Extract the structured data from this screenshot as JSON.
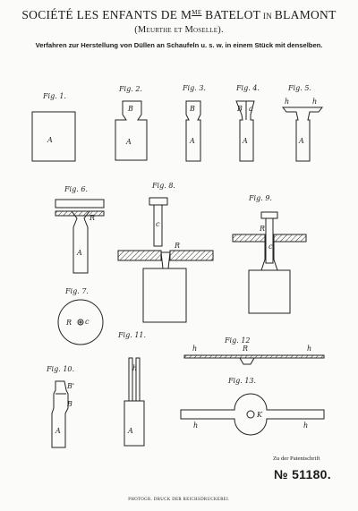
{
  "header": {
    "title_pre": "SOCIÉTÉ LES ENFANTS DE M",
    "title_sup": "ME",
    "title_name": " BATELOT",
    "title_in": " IN ",
    "title_place": "BLAMONT",
    "subtitle": "(Meurthe et Moselle).",
    "headline": "Verfahren zur Herstellung von Düllen an Schaufeln u. s. w. in einem Stück mit denselben."
  },
  "figures": {
    "fig1": "Fig. 1.",
    "fig2": "Fig. 2.",
    "fig3": "Fig. 3.",
    "fig4": "Fig. 4.",
    "fig5": "Fig. 5.",
    "fig6": "Fig. 6.",
    "fig7": "Fig. 7.",
    "fig8": "Fig. 8.",
    "fig9": "Fig. 9.",
    "fig10": "Fig. 10.",
    "fig11": "Fig. 11.",
    "fig12": "Fig. 12",
    "fig13": "Fig. 13."
  },
  "letters": {
    "A": "A",
    "B": "B",
    "B_prime": "B'",
    "a": "a",
    "h": "h",
    "R": "R",
    "c": "c",
    "K": "K"
  },
  "footer": {
    "note": "Zu der Patentschrift",
    "patent_number": "№ 51180.",
    "printer": "PHOTOGR. DRUCK DER REICHSDRUCKEREI."
  }
}
